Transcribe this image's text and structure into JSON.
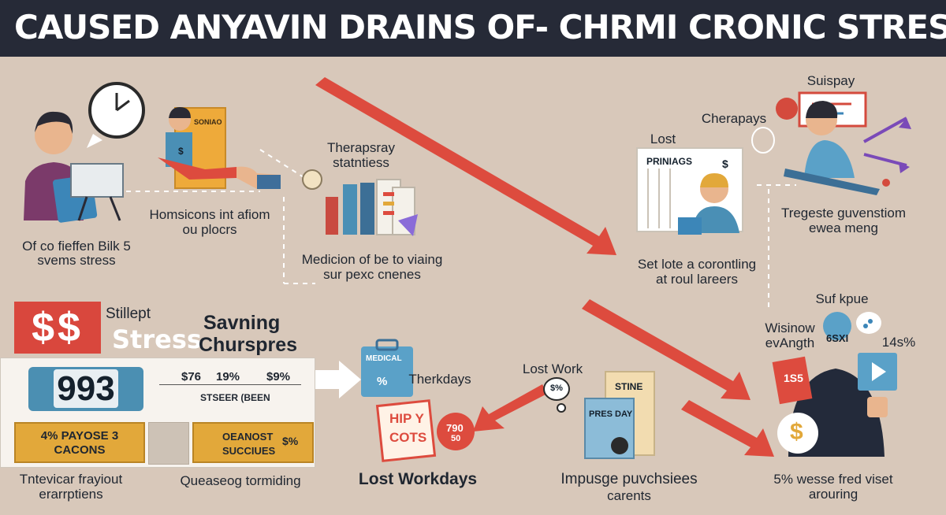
{
  "title": "CAUSED ANYAVIN DRAINS OF- CHRMI CRONIC STRESS",
  "labels": {
    "of_co_fieffen": "Of co fieffen Bilk 5",
    "svems_stress": "svems stress",
    "homsicons": "Homsicons int afiom",
    "ou_plocrs": "ou plocrs",
    "therapsray": "Therapsray",
    "statntiess": "statntiess",
    "medicion": "Medicion of be to viaing",
    "surpexc": "sur pexc cnenes",
    "lost": "Lost",
    "set_lote": "Set lote a corontling",
    "at_roul": "at roul lareers",
    "suispay": "Suispay",
    "cherapays": "Cherapays",
    "tregeste": "Tregeste guvenstiom",
    "ewea_meng": "ewea meng",
    "sufkpue": "Suf kpue",
    "wisinow": "Wisinow",
    "exangth": "evAngth",
    "badge_6sxi": "6SXI",
    "pct_14": "14s%",
    "stillept": "Stillept",
    "stress": "Stress",
    "savning": "Savning",
    "chursres": "Churspres",
    "therkdays": "Therkdays",
    "lost_work": "Lost Work",
    "lost_workdays": "Lost Workdays",
    "impusge": "Impusge puvchsiees",
    "carents": "carents",
    "tntevicar": "Tntevicar frayiout",
    "erarrptiens": "erarrptiens",
    "queasesog": "Queaseog tormiding",
    "pct5_wesse": "5% wesse fred viset",
    "arouring": "arouring"
  },
  "panel": {
    "dollars": "$$",
    "code": "993",
    "v1": "$76",
    "v2": "19%",
    "v3": "$9%",
    "row2": "STSEER (BEEN",
    "yellow1_a": "4%  PAYOSE  3",
    "yellow1_b": "CACONS",
    "yellow2_a": "OEANOST",
    "yellow2_b": "SUCCIUES",
    "yellow2_pct": "$%"
  },
  "cards": {
    "soniao": "SONIAO",
    "priniags": "PRINIAGS",
    "pres_day": "PRES DAY",
    "stine": "STINE",
    "medical": "MEDICAL",
    "hip_y": "HIP Y",
    "cots": "COTS",
    "v790": "790",
    "v50": "50",
    "s_pct": "$%",
    "v1s5": "1S5",
    "dollar": "$",
    "pct": "%"
  },
  "colors": {
    "background": "#d8c8ba",
    "header": "#262a37",
    "accent_red": "#dd4b3e",
    "accent_blue": "#4b8fb2",
    "accent_yellow": "#e2a83a"
  }
}
